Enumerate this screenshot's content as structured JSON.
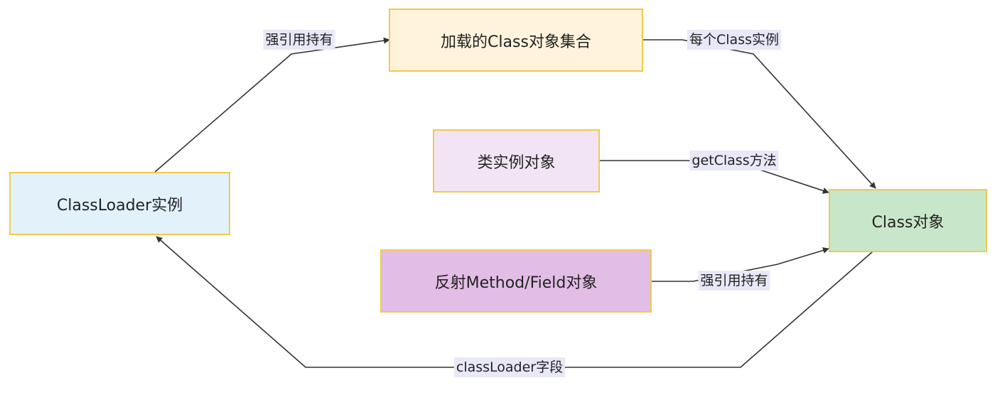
{
  "nodes": {
    "classloader": {
      "label": "ClassLoader实例",
      "fill": "#e3f1fb"
    },
    "loaded_classes": {
      "label": "加载的Class对象集合",
      "fill": "#fff3dc"
    },
    "instance": {
      "label": "类实例对象",
      "fill": "#f3e4f5"
    },
    "reflect": {
      "label": "反射Method/Field对象",
      "fill": "#e2bde6"
    },
    "class_obj": {
      "label": "Class对象",
      "fill": "#c8e6c9"
    }
  },
  "edges": {
    "strong_ref_1": "强引用持有",
    "each_class": "每个Class实例",
    "get_class": "getClass方法",
    "strong_ref_2": "强引用持有",
    "classloader_field": "classLoader字段"
  },
  "colors": {
    "border": "#f2c94c",
    "edge": "#333333",
    "label_bg": "#e8e8f8"
  }
}
